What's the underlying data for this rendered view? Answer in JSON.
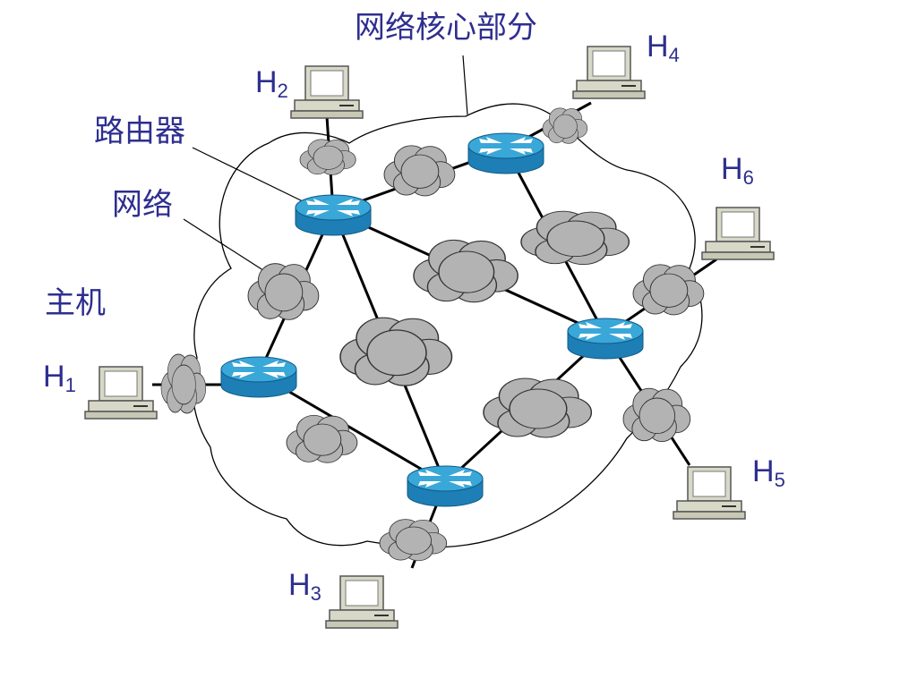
{
  "labels": {
    "core": "网络核心部分",
    "router": "路由器",
    "network": "网络",
    "host": "主机"
  },
  "hosts": [
    {
      "id": "h1",
      "letter": "H",
      "sub": "1"
    },
    {
      "id": "h2",
      "letter": "H",
      "sub": "2"
    },
    {
      "id": "h3",
      "letter": "H",
      "sub": "3"
    },
    {
      "id": "h4",
      "letter": "H",
      "sub": "4"
    },
    {
      "id": "h5",
      "letter": "H",
      "sub": "5"
    },
    {
      "id": "h6",
      "letter": "H",
      "sub": "6"
    }
  ],
  "colors": {
    "text": "#2e2e8f",
    "router_top": "#3aa7d9",
    "router_side": "#1d7fb5",
    "cloud": "#b3b3b3",
    "computer": "#d8d8c8"
  },
  "icons": [
    "router-icon",
    "cloud-icon",
    "computer-icon"
  ]
}
